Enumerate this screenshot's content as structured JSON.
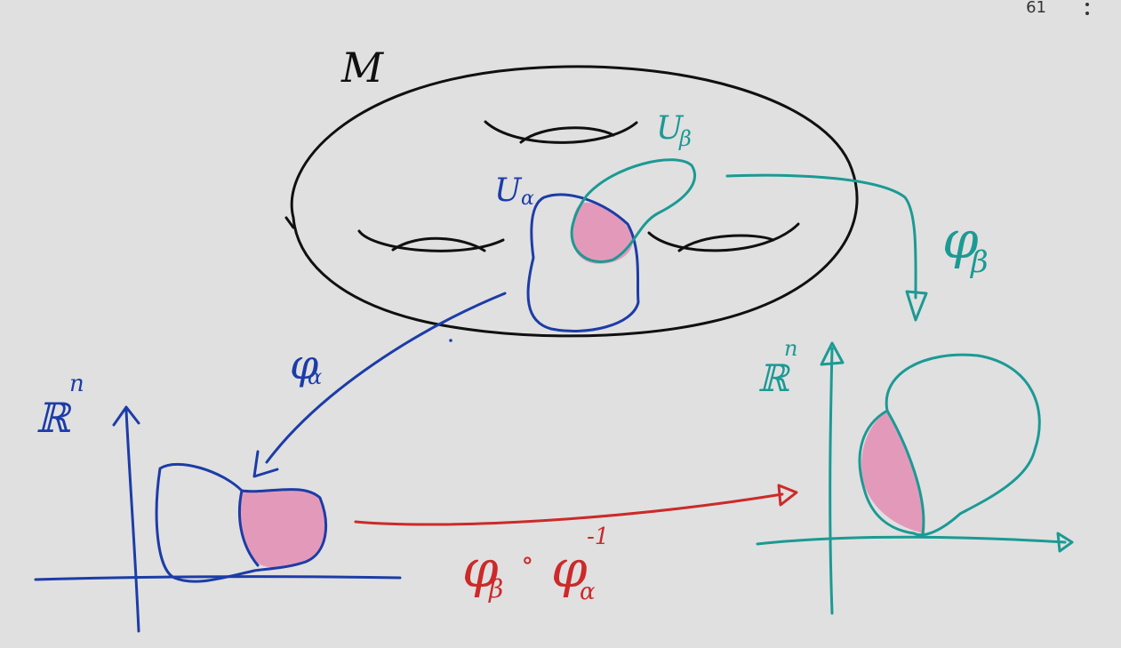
{
  "page": {
    "number": "61",
    "menu_icon": "more-vertical-icon"
  },
  "labels": {
    "manifold": "M",
    "u_alpha_main": "U",
    "u_alpha_sub": "α",
    "u_beta_main": "U",
    "u_beta_sub": "β",
    "phi_alpha_main": "φ",
    "phi_alpha_sub": "α",
    "phi_beta_main": "φ",
    "phi_beta_sub": "β",
    "rn_left_main": "ℝ",
    "rn_left_sup": "n",
    "rn_right_main": "ℝ",
    "rn_right_sup": "n",
    "transition_a": "φ",
    "transition_a_sub": "β",
    "transition_comp": "∘",
    "transition_b": "φ",
    "transition_b_sub": "α",
    "transition_b_sup": "-1"
  },
  "colors": {
    "background": "#e0e0e0",
    "ink_black": "#101010",
    "ink_blue": "#1c3ca8",
    "ink_teal": "#1b9a94",
    "ink_red": "#cc2a2a",
    "overlap_fill": "#e39aba"
  }
}
